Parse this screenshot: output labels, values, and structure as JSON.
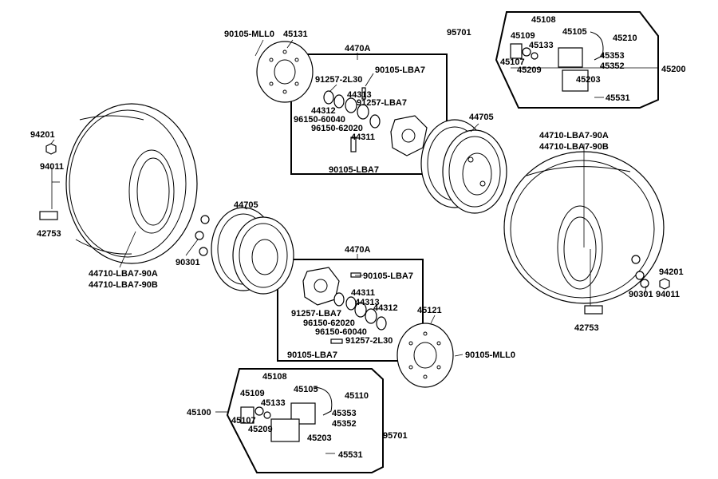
{
  "labels": {
    "p90105_mll0_top": "90105-MLL0",
    "p45131": "45131",
    "p4470a_top": "4470A",
    "p90105_lba7_a": "90105-LBA7",
    "p91257_2l30_a": "91257-2L30",
    "p44313_a": "44313",
    "p91257_lba7_a": "91257-LBA7",
    "p44312_a": "44312",
    "p96150_60040_a": "96150-60040",
    "p96150_62020_a": "96150-62020",
    "p44311_a": "44311",
    "p90105_lba7_b": "90105-LBA7",
    "p95701_top": "95701",
    "p45108_top": "45108",
    "p45109_top": "45109",
    "p45105_top": "45105",
    "p45210": "45210",
    "p45133_top": "45133",
    "p45107_top": "45107",
    "p45353_top": "45353",
    "p45209_top": "45209",
    "p45352_top": "45352",
    "p45200": "45200",
    "p45203_top": "45203",
    "p45531_top": "45531",
    "p94201_left": "94201",
    "p94011_left": "94011",
    "p42753_left": "42753",
    "p44710_left_a": "44710-LBA7-90A",
    "p44710_left_b": "44710-LBA7-90B",
    "p44705_left": "44705",
    "p90301_left": "90301",
    "p44705_right": "44705",
    "p44710_right_a": "44710-LBA7-90A",
    "p44710_right_b": "44710-LBA7-90B",
    "p94201_right": "94201",
    "p90301_right": "90301",
    "p94011_right": "94011",
    "p42753_right": "42753",
    "p4470a_bottom": "4470A",
    "p90105_lba7_c": "90105-LBA7",
    "p44311_b": "44311",
    "p44313_b": "44313",
    "p91257_lba7_b": "91257-LBA7",
    "p44312_b": "44312",
    "p96150_62020_b": "96150-62020",
    "p96150_60040_b": "96150-60040",
    "p91257_2l30_b": "91257-2L30",
    "p90105_lba7_d": "90105-LBA7",
    "p45121": "45121",
    "p90105_mll0_bottom": "90105-MLL0",
    "p45108_bottom": "45108",
    "p45109_bottom": "45109",
    "p45105_bottom": "45105",
    "p45110": "45110",
    "p45133_bottom": "45133",
    "p45100": "45100",
    "p45107_bottom": "45107",
    "p45353_bottom": "45353",
    "p45209_bottom": "45209",
    "p45352_bottom": "45352",
    "p45203_bottom": "45203",
    "p45531_bottom": "45531",
    "p95701_bottom": "95701"
  }
}
